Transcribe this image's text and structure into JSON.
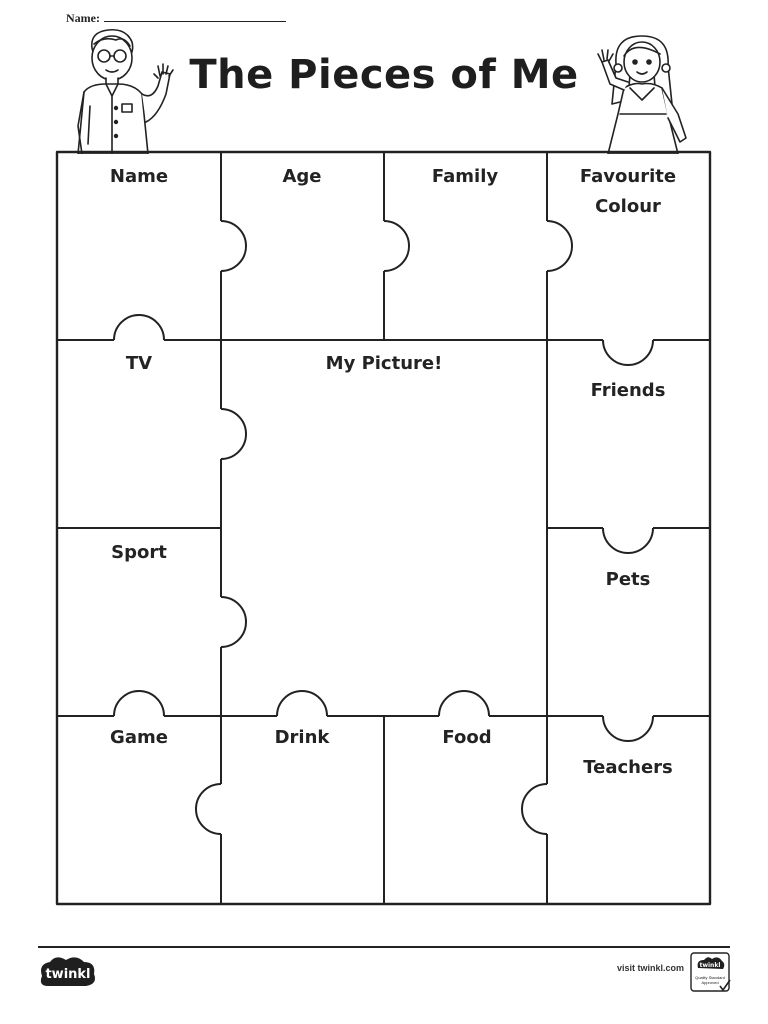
{
  "header": {
    "name_label": "Name:",
    "title": "The Pieces of Me"
  },
  "pieces": {
    "name": "Name",
    "age": "Age",
    "family": "Family",
    "favourite_colour_line1": "Favourite",
    "favourite_colour_line2": "Colour",
    "tv": "TV",
    "my_picture": "My Picture!",
    "friends": "Friends",
    "sport": "Sport",
    "pets": "Pets",
    "game": "Game",
    "drink": "Drink",
    "food": "Food",
    "teachers": "Teachers"
  },
  "footer": {
    "logo_text": "twinkl",
    "visit_text": "visit twinkl.com",
    "badge_top": "twinkl",
    "badge_line1": "Quality Standard",
    "badge_line2": "Approved"
  },
  "icons": [
    "boy-illustration",
    "girl-illustration",
    "twinkl-logo-icon",
    "quality-badge-icon"
  ]
}
